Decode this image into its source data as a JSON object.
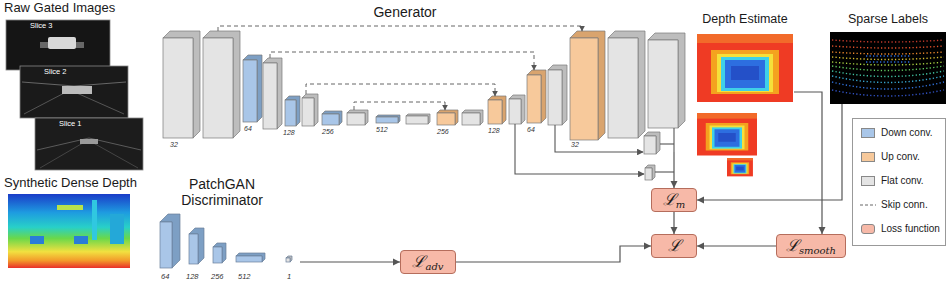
{
  "diagram": {
    "nodes": [
      {
        "text": [
          "Raw Gated Images"
        ]
      },
      {
        "text": [
          "Generator"
        ]
      },
      {
        "text": [
          "Depth Estimate"
        ]
      },
      {
        "text": [
          "Sparse Labels"
        ]
      },
      {
        "text": [
          "Synthetic Dense Depth"
        ]
      },
      {
        "text": [
          "PatchGAN Discriminator"
        ]
      },
      {
        "text": [
          "ℒ",
          "m"
        ]
      },
      {
        "text": [
          "ℒ",
          "adv"
        ]
      },
      {
        "text": [
          "ℒ"
        ]
      },
      {
        "text": [
          "ℒ",
          "smooth"
        ]
      }
    ],
    "edges": [
      {
        "from": 1,
        "to": 6,
        "arrow": "to"
      },
      {
        "from": 3,
        "to": 6,
        "arrow": "to"
      },
      {
        "from": 2,
        "to": 9,
        "arrow": "to"
      },
      {
        "from": 5,
        "to": 7,
        "arrow": "to"
      },
      {
        "from": 6,
        "to": 8,
        "arrow": "to"
      },
      {
        "from": 7,
        "to": 8,
        "arrow": "to"
      },
      {
        "from": 9,
        "to": 8,
        "arrow": "to"
      }
    ],
    "labels": [
      "Slice 3",
      "Slice 2",
      "Slice 1",
      "32",
      "64",
      "128",
      "256",
      "512",
      "256",
      "128",
      "64",
      "32",
      "64",
      "128",
      "256",
      "512",
      "1"
    ],
    "legend": [
      {
        "text": "Down conv.",
        "color": "#a9c6e8"
      },
      {
        "text": "Up conv.",
        "color": "#f7c99b"
      },
      {
        "text": "Flat conv.",
        "color": "#e4e4e4"
      },
      {
        "text": "Skip conn."
      },
      {
        "text": "Loss function",
        "color": "#f7b9a8"
      }
    ]
  }
}
